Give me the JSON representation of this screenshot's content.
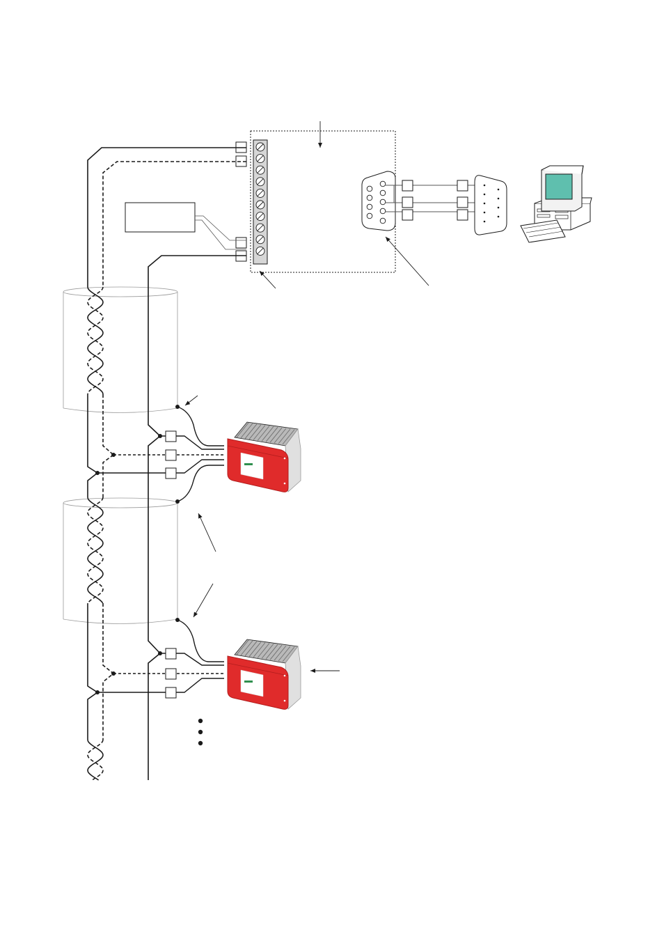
{
  "diagram": {
    "title": "",
    "colors": {
      "line": "#1a1a1a",
      "thin": "#555555",
      "device_red": "#e02b2b",
      "device_red_dark": "#b31d1d",
      "heatsink": "#9a9a9a",
      "screen": "#5fbfae",
      "terminal_block": "#d6d6d6",
      "shield": "#9a9a9a"
    },
    "icons": {
      "computer": "desktop-computer-icon",
      "inverter": "inverter-device-icon",
      "connector_female": "db9-female-connector-icon",
      "connector_male": "db9-male-connector-icon",
      "terminal_block": "screw-terminal-block-icon",
      "continuation": "ellipsis-vertical-icon"
    },
    "counts": {
      "terminal_screws": 10,
      "inverters": 2,
      "cable_sections": 2,
      "serial_pins_wired": 3
    }
  }
}
